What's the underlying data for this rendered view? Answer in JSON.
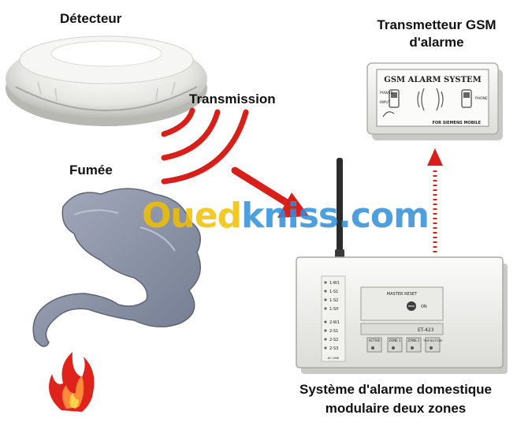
{
  "labels": {
    "detector": "Détecteur",
    "transmission": "Transmission",
    "smoke": "Fumée",
    "gsm_line1": "Transmetteur GSM",
    "gsm_line2": "d'alarme",
    "system_line1": "Système d'alarme domestique",
    "system_line2": "modulaire deux zones"
  },
  "gsm_device": {
    "title": "GSM ALARM SYSTEM",
    "left_label_1": "POWER",
    "left_label_2": "INPUT",
    "right_label": "PHONE",
    "footer": "FOR SIEMENS MOBILE"
  },
  "control_panel": {
    "zone_labels": [
      "1-W1",
      "1-S1",
      "1-S2",
      "1-SX",
      "2-W1",
      "2-S1",
      "2-S2",
      "2-S3"
    ],
    "master_reset": "MASTER RESET",
    "on_label": "ON",
    "model": "ET-423",
    "buttons": [
      "ACTIVE",
      "ZONE 1",
      "ZONE 2",
      "TRIP BUTTON"
    ],
    "footer_label": "AC LINE"
  },
  "watermark": {
    "part1": "Oued",
    "part2": "kniss.com"
  },
  "colors": {
    "arrow_red": "#d8201a",
    "smoke": "#8b93a8",
    "device_white": "#f1f1ef",
    "flame": "#e0221c"
  }
}
